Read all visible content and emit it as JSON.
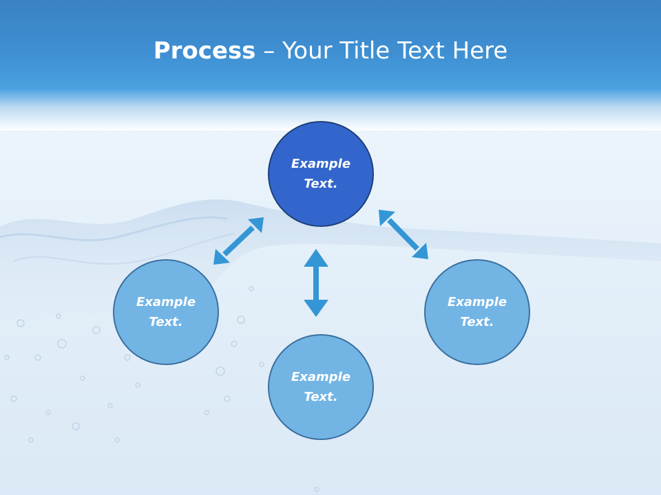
{
  "title": {
    "bold": "Process",
    "rest": " – Your Title Text Here"
  },
  "nodes": [
    {
      "text": "Example Text."
    },
    {
      "text": "Example Text."
    },
    {
      "text": "Example Text."
    },
    {
      "text": "Example Text."
    }
  ],
  "colors": {
    "header": "#3e8fd2",
    "center_node": "#3366cc",
    "outer_node": "#72b5e5",
    "arrow": "#3496d4"
  }
}
